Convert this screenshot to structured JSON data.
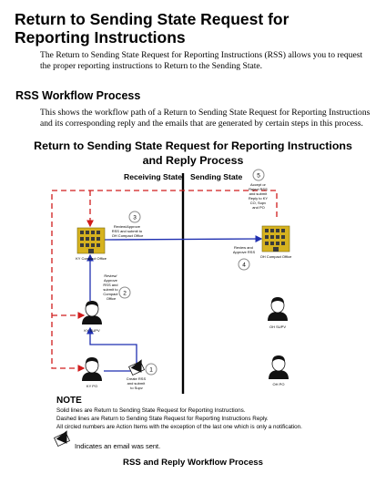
{
  "heading": "Return to Sending State Request for Reporting Instructions",
  "intro": "The Return to Sending State Request for Reporting Instructions (RSS) allows you to request the proper reporting instructions to Return to the Sending State.",
  "section_heading": "RSS Workflow Process",
  "section_text": "This shows the workflow path of a Return to Sending State Request for Reporting Instructions and its corresponding reply and the emails that are generated by certain steps in this process.",
  "diagram": {
    "title_line1": "Return to Sending State Request for Reporting Instructions",
    "title_line2": "and Reply Process",
    "col_receiving": "Receiving State",
    "col_sending": "Sending State",
    "nodes": {
      "ky_compact_office": "KY Compact Office",
      "oh_compact_office": "OH Compact Office",
      "ky_supv": "KY SUPV",
      "ky_po": "KY PO",
      "oh_supv": "OH SUPV",
      "oh_po": "OH PO"
    },
    "steps": [
      {
        "number": "1",
        "text": [
          "Create RSS",
          "and submit",
          "to Supv"
        ]
      },
      {
        "number": "2",
        "text": [
          "Review/",
          "Approve",
          "RSS and",
          "submit to",
          "Compact",
          "Office"
        ]
      },
      {
        "number": "3",
        "text": [
          "Review/Approve",
          "RSS and submit to",
          "OH Compact Office"
        ]
      },
      {
        "number": "4",
        "text": [
          "Review and",
          "Approve RSS"
        ]
      },
      {
        "number": "5",
        "text": [
          "Accept or",
          "Reject RSS",
          "and submit",
          "Reply to KY",
          "CO, Supv",
          "and PO"
        ]
      }
    ]
  },
  "note": {
    "heading": "NOTE",
    "lines": [
      "Solid lines are Return to Sending State Request for Reporting Instructions.",
      "Dashed lines are Return to Sending State Request for Reporting Instructions Reply.",
      "All circled numbers are Action Items with the exception of the last one which is only a notification."
    ]
  },
  "legend": "Indicates an email was sent.",
  "caption": "RSS and Reply Workflow Process",
  "colors": {
    "solid_line": "#1f2fb0",
    "dashed_line": "#d01c1c",
    "building": "#d6b21f",
    "circle": "#8a8a8a"
  }
}
